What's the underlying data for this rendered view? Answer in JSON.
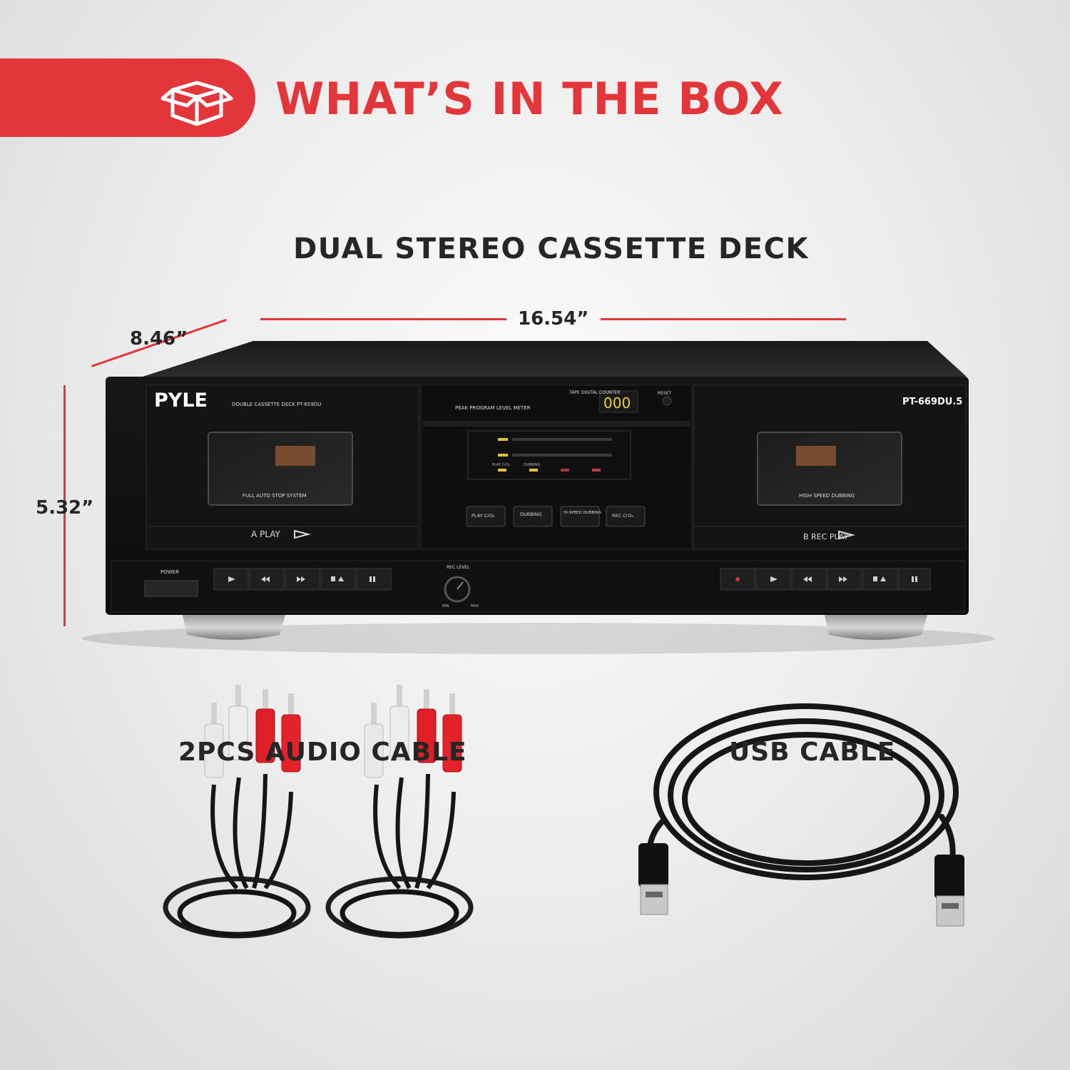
{
  "banner": {
    "icon": "open-box-icon",
    "headline": "WHAT’S IN THE BOX",
    "color": "#e3363a"
  },
  "product_title": "DUAL STEREO CASSETTE DECK",
  "dimensions": {
    "width": "16.54”",
    "depth": "8.46”",
    "height": "5.32”"
  },
  "deck": {
    "brand": "PYLE",
    "model_left": "DOUBLE CASSETTE DECK PT-659DU",
    "model_right": "PT-669DU.5",
    "meter_title": "PEAK PROGRAM LEVEL METER",
    "counter_label": "TAPE DIGITAL COUNTER",
    "counter_value": "000",
    "reset_label": "RESET",
    "deck_a_text": "FULL AUTO STOP SYSTEM",
    "deck_b_text": "HIGH SPEED DUBBING",
    "deck_a_label": "A PLAY",
    "deck_b_label": "B REC PLAY",
    "buttons": [
      "PLAY CrO₂",
      "DUBBING",
      "HI-SPEED DUBBING",
      "REC CrO₂"
    ],
    "meter_labels": [
      "PLAY CrO₂",
      "DUBBING"
    ],
    "power_label": "POWER",
    "rec_level_label": "REC LEVEL",
    "rec_min": "MIN",
    "rec_max": "MAX"
  },
  "items": [
    {
      "caption": "2PCS AUDIO CABLE"
    },
    {
      "caption": "USB CABLE"
    }
  ]
}
